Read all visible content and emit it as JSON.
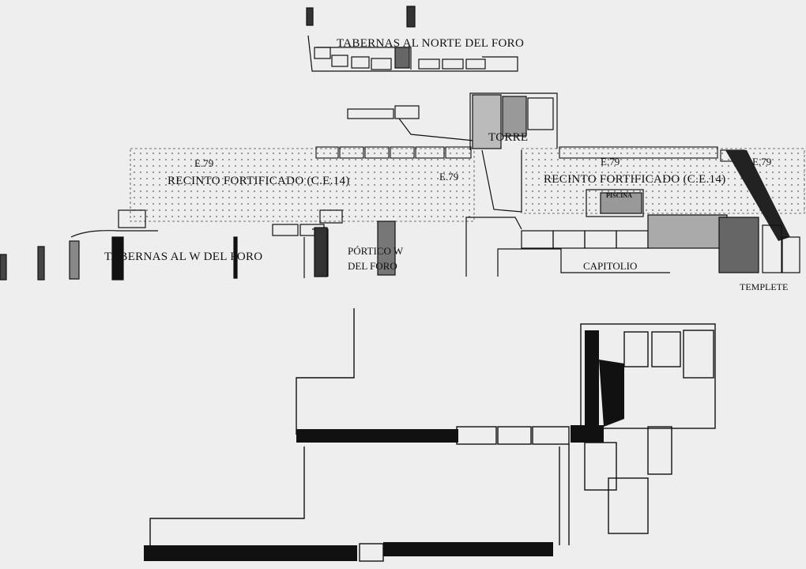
{
  "labels": {
    "tabernas_norte": "TABERNAS AL NORTE DEL FORO",
    "torre": "TORRE",
    "e79_left": "E.79",
    "e79_center": "E.79",
    "e79_right": "E.79",
    "e79_far_right": "E.79",
    "recinto_left": "RECINTO FORTIFICADO (C.E.14)",
    "recinto_right": "RECINTO FORTIFICADO (C.E.14)",
    "piscina": "PISCINA",
    "tabernas_w": "TABERNAS AL W DEL FORO",
    "portico_line1": "PÓRTICO W",
    "portico_line2": "DEL FORO",
    "capitolio": "CAPITOLIO",
    "templete": "TEMPLETE"
  },
  "colors": {
    "background": "#eeeeee",
    "ink": "#111111",
    "hatch_dots": "#555555"
  }
}
